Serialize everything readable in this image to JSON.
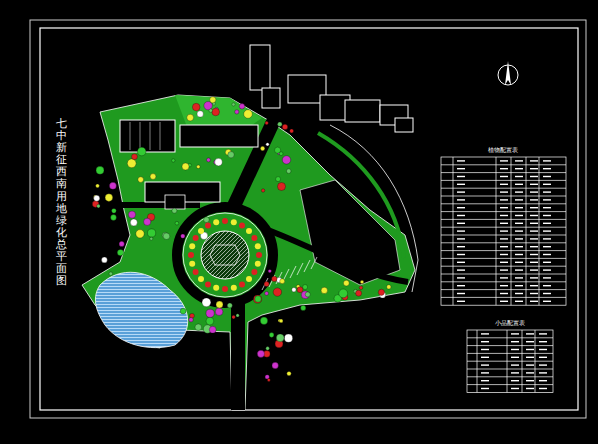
{
  "diagram": {
    "title": "七中新征西南用地绿化总平面图",
    "labels": [
      "植物配置表",
      "小品配置表"
    ]
  }
}
